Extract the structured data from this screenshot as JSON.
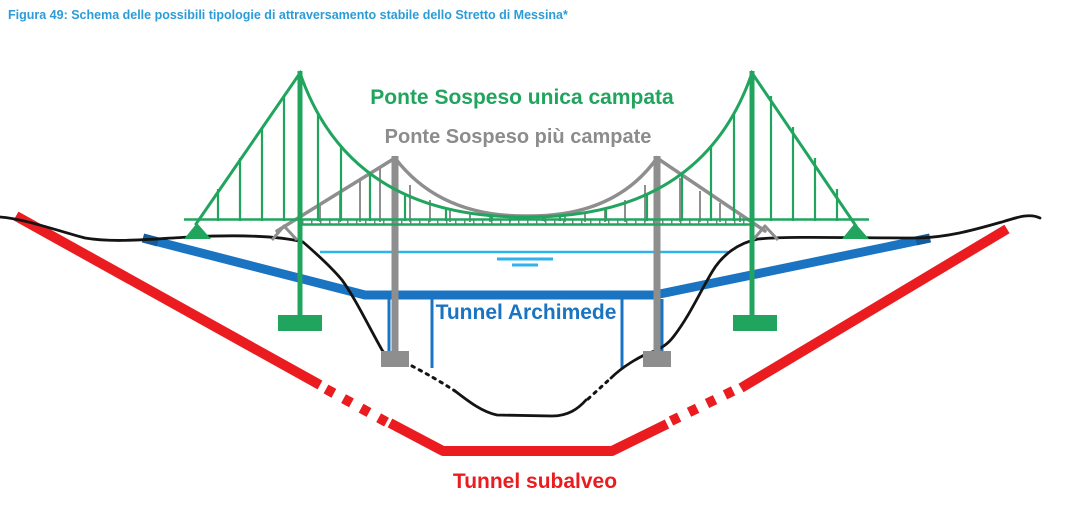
{
  "figure": {
    "title": "Figura 49: Schema delle possibili tipologie di attraversamento stabile dello Stretto di Messina*"
  },
  "labels": {
    "single_span_bridge": "Ponte Sospeso unica campata",
    "multi_span_bridge": "Ponte Sospeso più campate",
    "floating_tunnel": "Tunnel Archimede",
    "underground_tunnel": "Tunnel subalveo"
  },
  "colors": {
    "title_blue": "#2b9cd8",
    "bridge_green": "#21a55e",
    "bridge_gray": "#8e8e8e",
    "label_gray": "#8c8c8c",
    "tunnel_blue": "#1a74c2",
    "tunnel_blue_dark": "#155d9a",
    "water_cyan": "#2fb3e8",
    "tunnel_red": "#ea1c1f",
    "terrain_black": "#141414"
  }
}
